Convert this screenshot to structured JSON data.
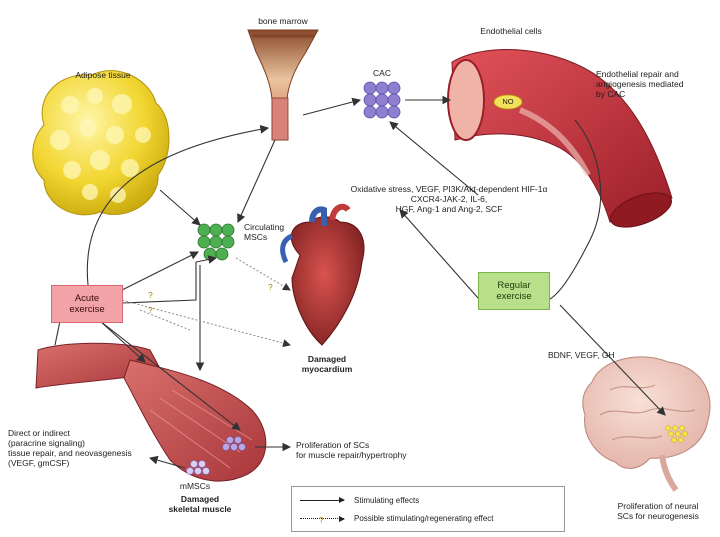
{
  "labels": {
    "bone_marrow": "bone marrow",
    "adipose_tissue": "Adipose tissue",
    "cac": "CAC",
    "endothelial_cells": "Endothelial cells",
    "no": "NO",
    "endothelial_repair": [
      "Endothelial repair and",
      "angiogenesis mediated",
      "by CAC"
    ],
    "factors": [
      "Oxidative stress, VEGF, PI3K/Akt-dependent HIF-1α",
      "CXCR4-JAK-2, IL-6,",
      "HGF, Ang-1 and Ang-2, SCF"
    ],
    "circulating_mscs": [
      "Circulating",
      "MSCs"
    ],
    "acute_exercise": [
      "Acute",
      "exercise"
    ],
    "regular_exercise": [
      "Regular",
      "exercise"
    ],
    "damaged_myocardium": [
      "Damaged",
      "myocardium"
    ],
    "bdnf": "BDNF, VEGF, GH",
    "direct_indirect": [
      "Direct or indirect",
      "(paracrine signaling)",
      "tissue repair, and neovasgenesis",
      "(VEGF, gmCSF)"
    ],
    "proliferation_scs": [
      "Proliferation of SCs",
      "for muscle repair/hypertrophy"
    ],
    "mmscs": "mMSCs",
    "damaged_skeletal": [
      "Damaged",
      "skeletal muscle"
    ],
    "proliferation_neural": [
      "Proliferation of neural",
      "SCs for neurogenesis"
    ],
    "q1": "?",
    "q2": "?",
    "q3": "?"
  },
  "legend": {
    "stimulating": "Stimulating effects",
    "possible": "Possible stimulating/regenerating effect",
    "q": "?"
  },
  "colors": {
    "acute_box": "#f2a3a7",
    "regular_box": "#b8e08b",
    "cac_cells": "#8f7fd1",
    "msc_cells": "#3f9a3c",
    "adipose": "#f2d631",
    "vessel": "#c8313a"
  }
}
